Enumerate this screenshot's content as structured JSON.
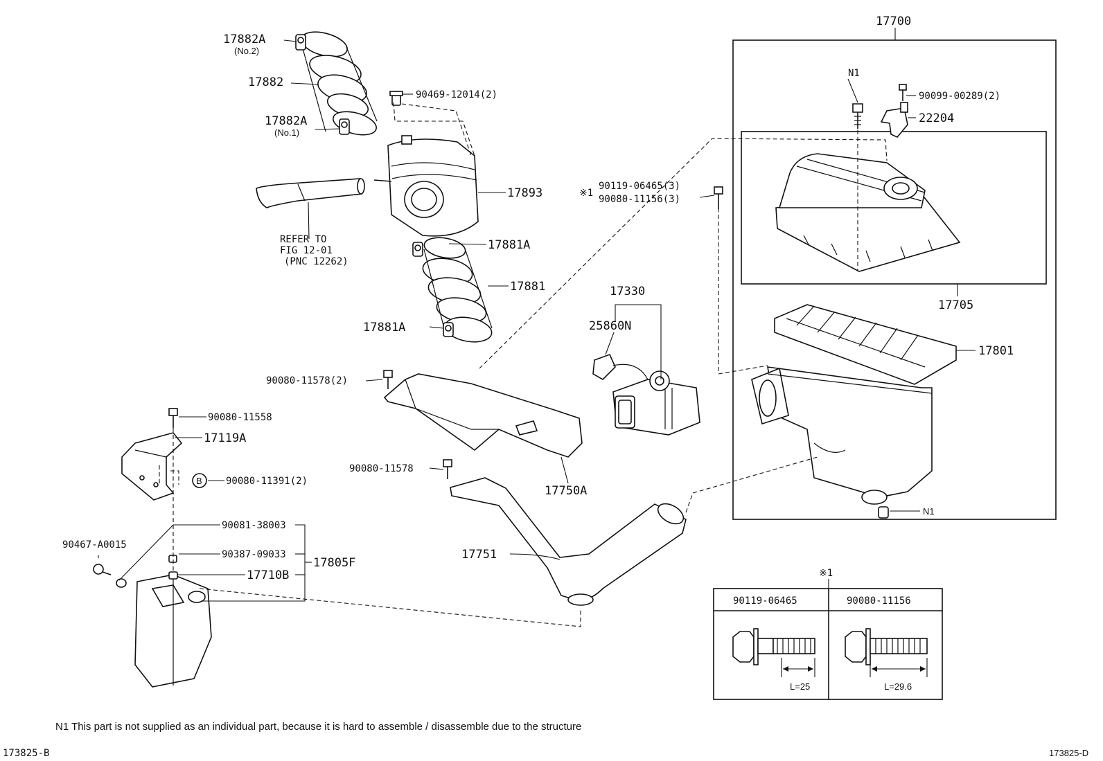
{
  "labels": {
    "p17882A_no2": "17882A",
    "p17882A_no2_sub": "(No.2)",
    "p17882": "17882",
    "p17882A_no1": "17882A",
    "p17882A_no1_sub": "(No.1)",
    "p90469": "90469-12014(2)",
    "p17893": "17893",
    "refer1": "REFER TO",
    "refer2": "FIG 12-01",
    "refer3": "(PNC 12262)",
    "p17881A_top": "17881A",
    "p17881": "17881",
    "p17881A_bot": "17881A",
    "p17700": "17700",
    "n1_top": "N1",
    "p90099": "90099-00289(2)",
    "p22204": "22204",
    "mark1": "※1",
    "p90119_3": "90119-06465(3)",
    "p90080_11156_3": "90080-11156(3)",
    "p17705": "17705",
    "p17330": "17330",
    "p25860N": "25860N",
    "p17801": "17801",
    "p90080_11578_2": "90080-11578(2)",
    "p90080_11558": "90080-11558",
    "p17119A": "17119A",
    "circle_b": "B",
    "p90080_11391": "90080-11391(2)",
    "p90080_11578": "90080-11578",
    "p17750A": "17750A",
    "n1_bot": "N1",
    "p90081": "90081-38003",
    "p90467": "90467-A0015",
    "p90387": "90387-09033",
    "p17805F": "17805F",
    "p17710B": "17710B",
    "p17751": "17751"
  },
  "detail_table": {
    "mark": "※1",
    "columns": [
      "90119-06465",
      "90080-11156"
    ],
    "lengths": [
      "L=25",
      "L=29.6"
    ]
  },
  "footnote": "N1  This part is not supplied as an individual part, because it is hard to assemble / disassemble due to the structure",
  "figure_id_left": "173825-B",
  "figure_id_right": "173825-D"
}
